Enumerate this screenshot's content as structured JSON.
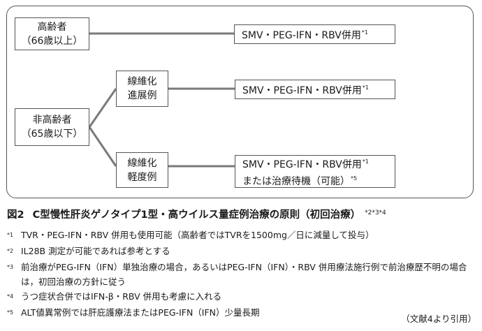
{
  "diagram": {
    "elderly_box": {
      "line1": "高齢者",
      "line2": "（66歳以上）"
    },
    "nonelderly_box": {
      "line1": "非高齢者",
      "line2": "（65歳以下）"
    },
    "fib_adv_box": {
      "line1": "線維化",
      "line2": "進展例"
    },
    "fib_mild_box": {
      "line1": "線維化",
      "line2": "軽度例"
    },
    "treat_top": {
      "text": "SMV・PEG-IFN・RBV併用",
      "mark": "*1"
    },
    "treat_mid": {
      "text": "SMV・PEG-IFN・RBV併用",
      "mark": "*1"
    },
    "treat_bot": {
      "line1": "SMV・PEG-IFN・RBV併用",
      "mark1": "*1",
      "line2": "または治療待機（可能）",
      "mark2": "*5"
    }
  },
  "caption": {
    "fig_label": "図2",
    "title": "C型慢性肝炎ゲノタイプ1型・高ウイルス量症例治療の原則（初回治療）",
    "marks": "*2*3*4"
  },
  "notes": [
    {
      "mark": "*1",
      "text": "TVR・PEG-IFN・RBV 併用も使用可能（高齢者ではTVRを1500mg／日に減量して投与）"
    },
    {
      "mark": "*2",
      "text": "IL28B 測定が可能であれば参考とする"
    },
    {
      "mark": "*3",
      "text": "前治療がPEG-IFN（IFN）単独治療の場合，あるいはPEG-IFN（IFN）・RBV 併用療法施行例で前治療歴不明の場合は，初回治療の方針に従う"
    },
    {
      "mark": "*4",
      "text": "うつ症状合併ではIFN-β・RBV 併用も考慮に入れる"
    },
    {
      "mark": "*5",
      "text": "ALT値異常例では肝庇護療法またはPEG-IFN（IFN）少量長期"
    }
  ],
  "source": "（文献4より引用）"
}
